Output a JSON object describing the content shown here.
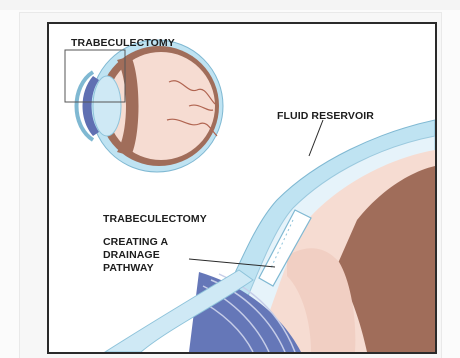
{
  "diagram": {
    "labels": {
      "trabeculectomy_inset": "TRABECULECTOMY",
      "fluid_reservoir": "FLUID RESERVOIR",
      "trabeculectomy_main": "TRABECULECTOMY",
      "drainage_line1": "CREATING A",
      "drainage_line2": "DRAINAGE",
      "drainage_line3": "PATHWAY"
    },
    "colors": {
      "sclera_blue": "#bfe3f2",
      "cornea_blue": "#cfe9f5",
      "iris_navy": "#5f6fb2",
      "choroid_brown": "#a06d5a",
      "retina_pink": "#f6dcd2",
      "outline": "#2a2a2a",
      "vessel_line": "#b06450"
    }
  }
}
